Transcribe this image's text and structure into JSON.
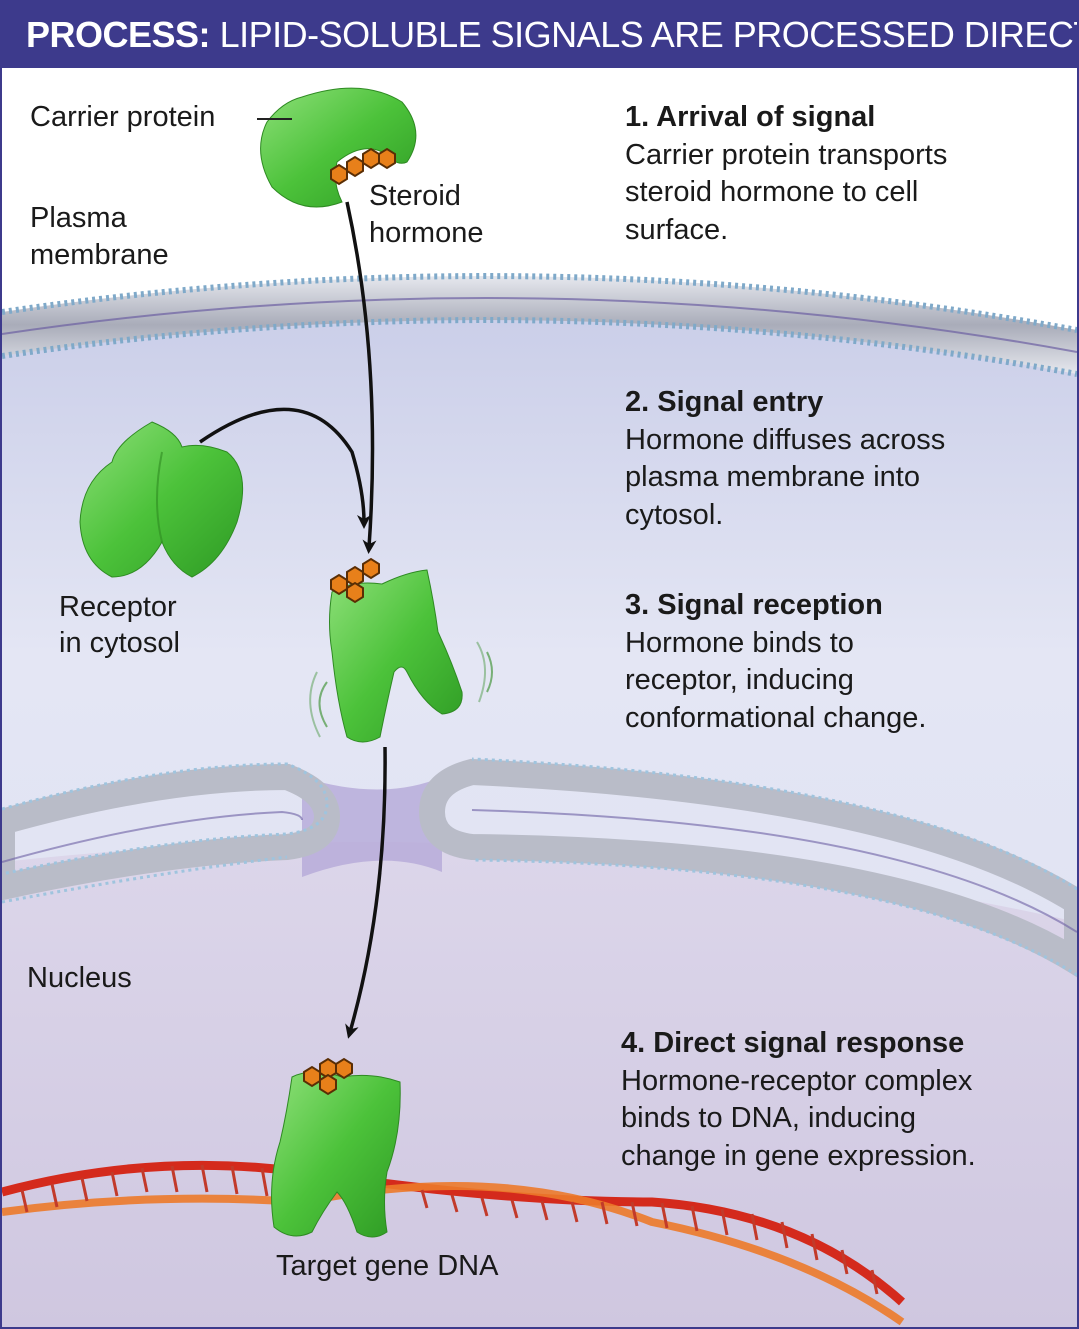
{
  "title": {
    "prefix": "PROCESS:",
    "rest": "LIPID-SOLUBLE SIGNALS ARE PROCESSED DIRECTLY"
  },
  "labels": {
    "carrier_protein": "Carrier protein",
    "plasma_membrane_1": "Plasma",
    "plasma_membrane_2": "membrane",
    "steroid_hormone_1": "Steroid",
    "steroid_hormone_2": "hormone",
    "receptor_1": "Receptor",
    "receptor_2": "in cytosol",
    "nucleus": "Nucleus",
    "target_gene_dna": "Target gene DNA"
  },
  "steps": [
    {
      "title": "1. Arrival of signal",
      "lines": [
        "Carrier protein transports",
        "steroid hormone to cell",
        "surface."
      ]
    },
    {
      "title": "2. Signal entry",
      "lines": [
        "Hormone diffuses across",
        "plasma membrane into",
        "cytosol."
      ]
    },
    {
      "title": "3. Signal reception",
      "lines": [
        "Hormone binds to",
        "receptor, inducing",
        "conformational change."
      ]
    },
    {
      "title": "4. Direct signal response",
      "lines": [
        "Hormone-receptor complex",
        "binds to DNA, inducing",
        "change in gene expression."
      ]
    }
  ],
  "colors": {
    "title_bar": "#3d3a8c",
    "protein_green": "#4cc23a",
    "hormone_orange": "#e8801a",
    "membrane_gray": "#b9bcc8",
    "cytosol": "#d9dcef",
    "nucleus": "#d6cfe4",
    "dna_red": "#d42a1c"
  }
}
